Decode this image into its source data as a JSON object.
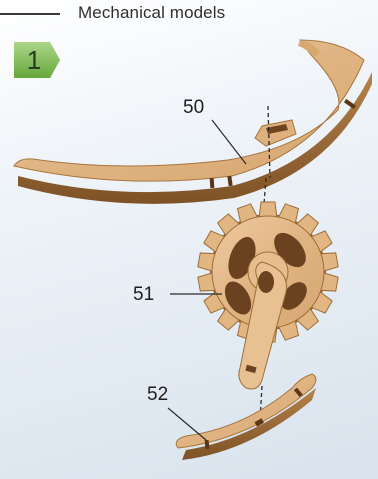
{
  "header": {
    "title": "Mechanical models"
  },
  "step": {
    "number": "1",
    "badge_color": "#7dc04a"
  },
  "callouts": {
    "part_50": "50",
    "part_51": "51",
    "part_52": "52"
  },
  "colors": {
    "wood_face": "#e3b98a",
    "wood_edge": "#a8773f",
    "wood_dark": "#7a4f22"
  }
}
